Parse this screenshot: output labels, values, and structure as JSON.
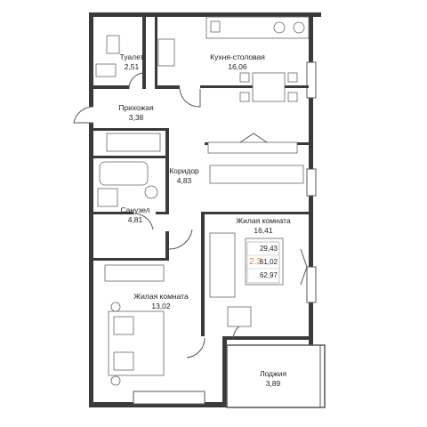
{
  "rooms": {
    "toilet": {
      "name": "Туалет",
      "area": "2,51"
    },
    "kitchen": {
      "name": "Кухня-столовая",
      "area": "16,06"
    },
    "hall": {
      "name": "Прихожая",
      "area": "3,38"
    },
    "corridor": {
      "name": "Коридор",
      "area": "4,83"
    },
    "bathroom": {
      "name": "Санузел",
      "area": "4,81"
    },
    "living1": {
      "name": "Жилая комната",
      "area": "16,41"
    },
    "living2": {
      "name": "Жилая комната",
      "area": "13,02"
    },
    "loggia": {
      "name": "Лоджия",
      "area": "3,89"
    }
  },
  "summary": {
    "rooms_count": "2.3",
    "living_area": "29,43",
    "total_area": "61,02",
    "total_with_loggia": "62,97",
    "accent_color": "#e07b39"
  }
}
